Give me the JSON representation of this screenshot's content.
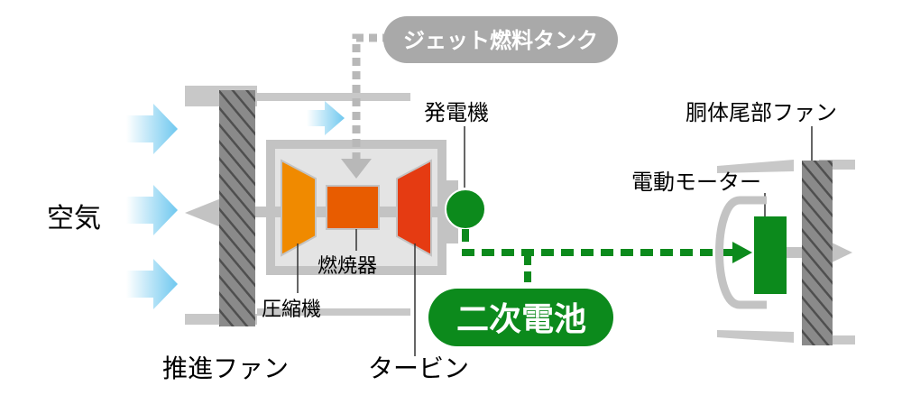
{
  "labels": {
    "fuel_tank": "ジェット燃料タンク",
    "air": "空気",
    "generator": "発電機",
    "tail_fan": "胴体尾部ファン",
    "motor": "電動モーター",
    "combustor": "燃焼器",
    "compressor": "圧縮機",
    "battery": "二次電池",
    "propulsion_fan": "推進ファン",
    "turbine": "タービン"
  },
  "colors": {
    "air_arrow": "#7fd0f0",
    "fuel_line": "#b8b8b8",
    "tank_fill": "#a9a9a9",
    "compressor": "#f08a00",
    "combustor": "#e85c00",
    "turbine": "#e53b12",
    "electric": "#0c8a1c",
    "hatch": "#6e6e6e",
    "casing": "#c3c3c3"
  },
  "icons": [
    "air-arrow-icon",
    "hatched-fan-blade-icon",
    "generator-circle-icon",
    "motor-block-icon"
  ]
}
